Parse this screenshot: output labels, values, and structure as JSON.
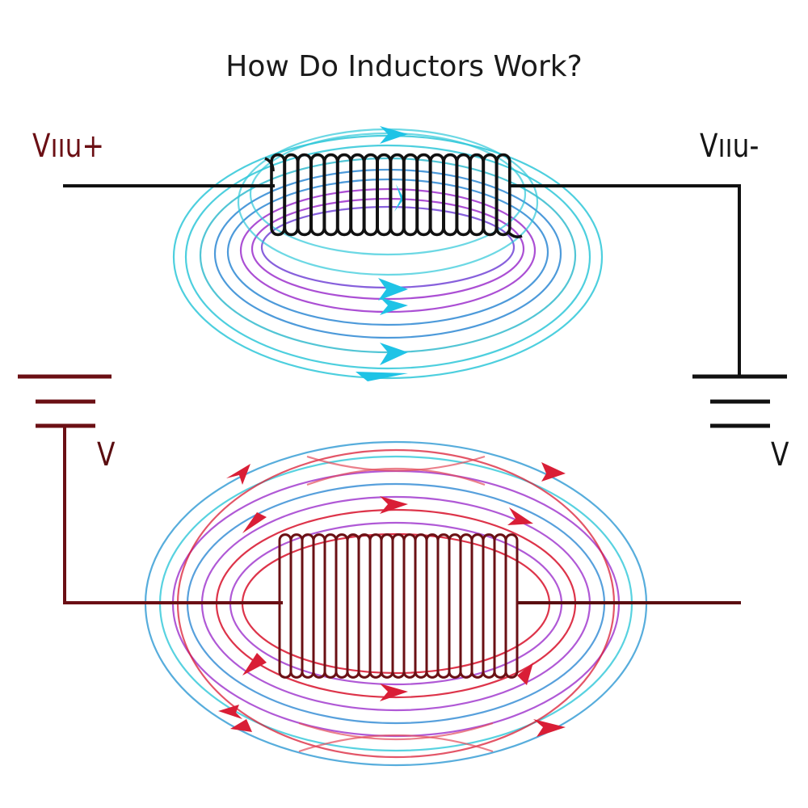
{
  "title": "How Do Inductors Work?",
  "labels": {
    "top_left": "Vııu+",
    "top_right": "Vııu-",
    "battery_left": "V",
    "battery_right": "V"
  },
  "colors": {
    "wire_dark": "#111111",
    "wire_red": "#6b0f14",
    "coil_top": "#111111",
    "coil_bottom": "#6b1014",
    "field_cyan": "#2ec7d8",
    "field_blue": "#3a8fd6",
    "field_purple": "#a23ccf",
    "field_red": "#d91e36"
  },
  "icons": {
    "top_coil": "coil-icon",
    "bottom_coil": "coil-icon",
    "batteries": "battery-icon",
    "arrows": "arrowhead-icon"
  }
}
